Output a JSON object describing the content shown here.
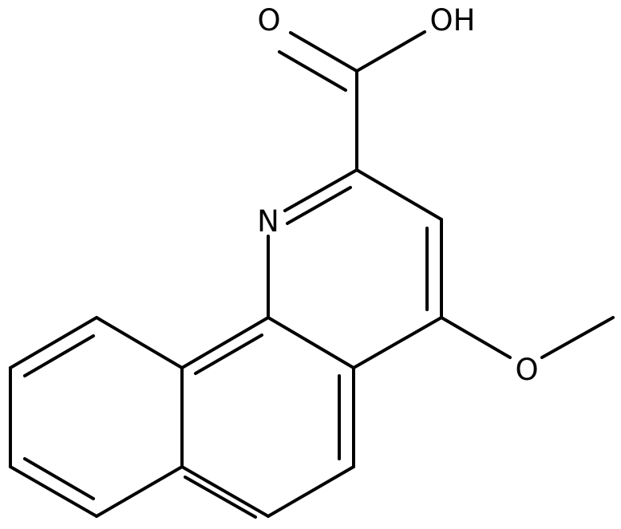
{
  "structure": {
    "atoms": {
      "nitrogen": "N",
      "carbonyl_oxygen": "O",
      "hydroxyl": "OH",
      "methoxy_oxygen": "O"
    },
    "colors": {
      "ink": "#000000",
      "background": "#ffffff"
    }
  }
}
